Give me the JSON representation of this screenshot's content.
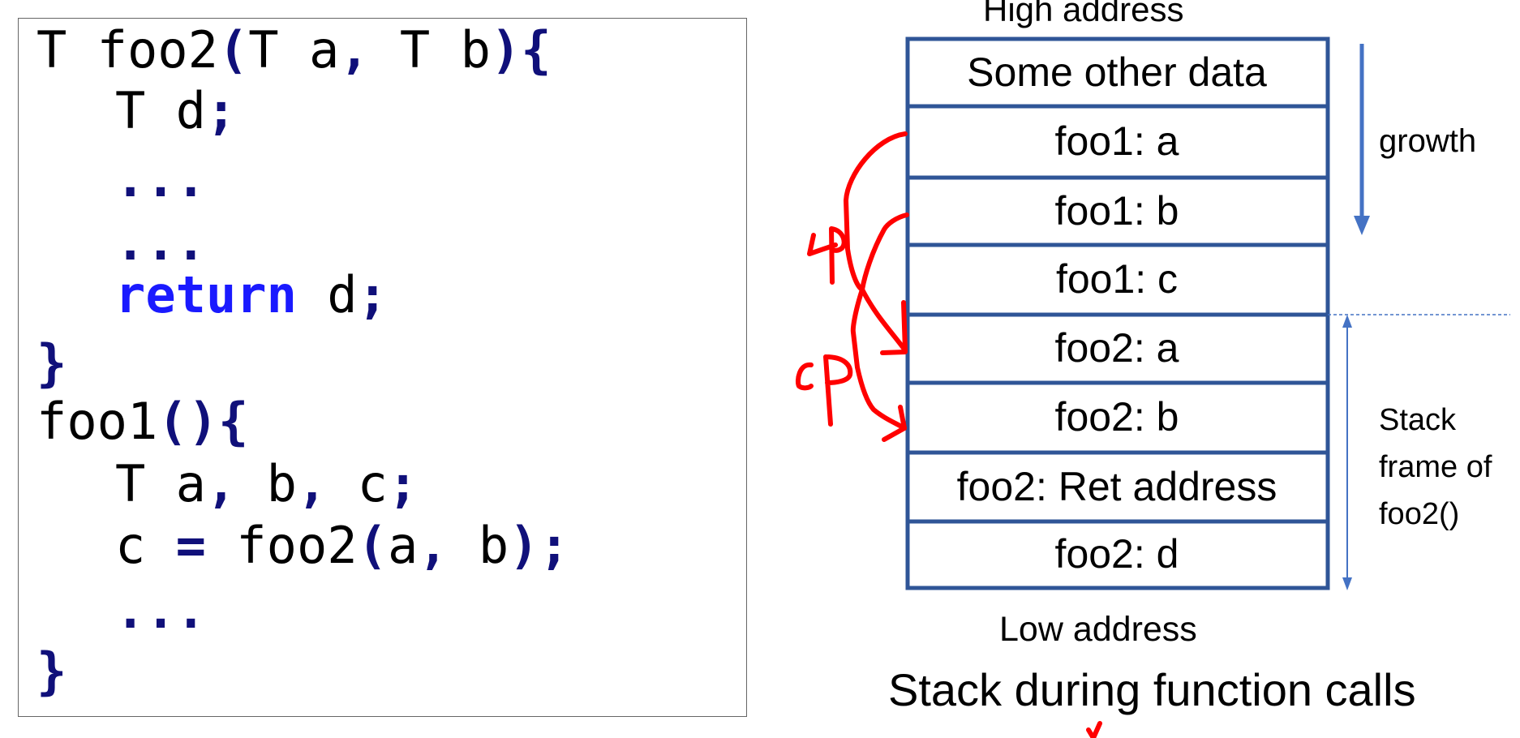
{
  "code": {
    "lines": [
      {
        "indent": 0,
        "tokens": [
          [
            "T foo2",
            "txt"
          ],
          [
            "(",
            "punct"
          ],
          [
            "T a",
            "txt"
          ],
          [
            ",",
            "punct"
          ],
          [
            " T b",
            "txt"
          ],
          [
            ")",
            "punct"
          ],
          [
            "{",
            "punct"
          ]
        ]
      },
      {
        "indent": 1,
        "tokens": [
          [
            "T d",
            "txt"
          ],
          [
            ";",
            "punct"
          ]
        ]
      },
      {
        "indent": 1,
        "tokens": [
          [
            "...",
            "punct"
          ]
        ]
      },
      {
        "indent": 1,
        "tokens": [
          [
            "...",
            "punct"
          ]
        ]
      },
      {
        "indent": 1,
        "tokens": [
          [
            "return",
            "kw"
          ],
          [
            " d",
            "txt"
          ],
          [
            ";",
            "punct"
          ]
        ]
      },
      {
        "indent": 0,
        "tokens": [
          [
            "}",
            "punct"
          ]
        ]
      },
      {
        "indent": 0,
        "tokens": [
          [
            "foo1",
            "txt"
          ],
          [
            "()",
            "punct"
          ],
          [
            "{",
            "punct"
          ]
        ]
      },
      {
        "indent": 1,
        "tokens": [
          [
            "T a",
            "txt"
          ],
          [
            ",",
            "punct"
          ],
          [
            " b",
            "txt"
          ],
          [
            ",",
            "punct"
          ],
          [
            " c",
            "txt"
          ],
          [
            ";",
            "punct"
          ]
        ]
      },
      {
        "indent": 1,
        "tokens": [
          [
            "c ",
            "txt"
          ],
          [
            "=",
            "punct"
          ],
          [
            " foo2",
            "txt"
          ],
          [
            "(",
            "punct"
          ],
          [
            "a",
            "txt"
          ],
          [
            ",",
            "punct"
          ],
          [
            " b",
            "txt"
          ],
          [
            ")",
            "punct"
          ],
          [
            ";",
            "punct"
          ]
        ]
      },
      {
        "indent": 1,
        "tokens": [
          [
            "...",
            "punct"
          ]
        ]
      },
      {
        "indent": 0,
        "tokens": [
          [
            "}",
            "punct"
          ]
        ]
      }
    ]
  },
  "stack": {
    "high_label": "High address",
    "low_label": "Low address",
    "title": "Stack during function calls",
    "growth_label": "growth",
    "frame_label": [
      "Stack",
      "frame of",
      "foo2()"
    ],
    "rows": [
      "Some other data",
      "foo1: a",
      "foo1: b",
      "foo1: c",
      "foo2: a",
      "foo2: b",
      "foo2: Ret address",
      "foo2: d"
    ]
  },
  "annotations": {
    "handwritten": [
      "4P",
      "CP"
    ]
  },
  "colors": {
    "stack_border": "#2f5597",
    "arrow": "#4472c4",
    "ink": "#ff0000"
  }
}
